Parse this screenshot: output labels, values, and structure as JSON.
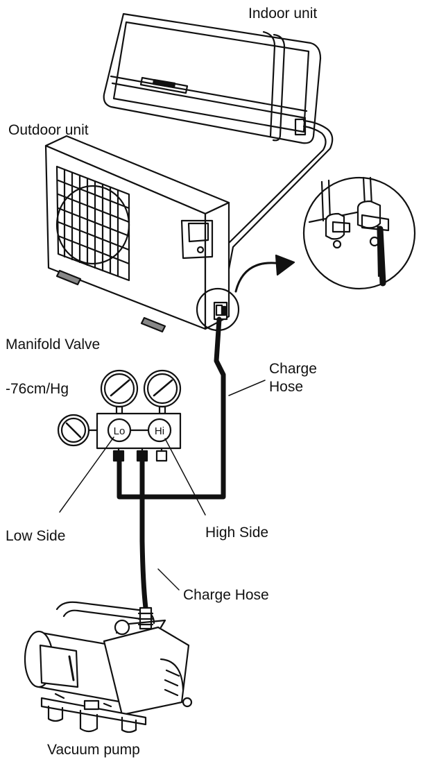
{
  "labels": {
    "indoor_unit": "Indoor unit",
    "outdoor_unit": "Outdoor unit",
    "manifold_valve": "Manifold Valve",
    "pressure": "-76cm/Hg",
    "charge_hose_upper_line1": "Charge",
    "charge_hose_upper_line2": "Hose",
    "low_side": "Low Side",
    "high_side": "High Side",
    "charge_hose_lower": "Charge Hose",
    "vacuum_pump": "Vacuum pump"
  },
  "manifold": {
    "lo_label": "Lo",
    "hi_label": "Hi"
  }
}
